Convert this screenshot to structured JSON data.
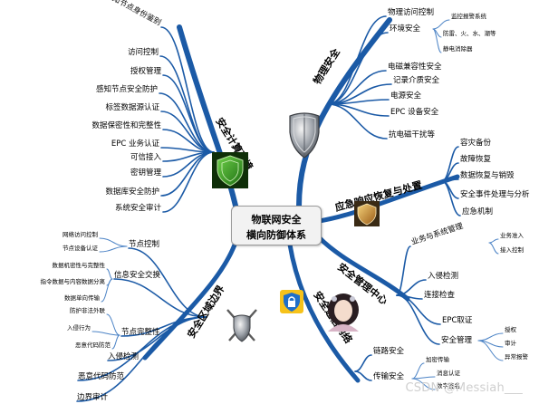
{
  "colors": {
    "branch": "#1b5aa6",
    "light": "#4d84c6",
    "box_fill": "#f2f2f2"
  },
  "center": {
    "line1": "物联网安全",
    "line2": "横向防御体系"
  },
  "branches": {
    "physical": {
      "title": "物理安全",
      "items": [
        "物理访问控制",
        "环境安全",
        "电磁兼容性安全",
        "记录介质安全",
        "电源安全",
        "EPC 设备安全",
        "抗电磁干扰等"
      ],
      "env_sub": [
        "监控报警系统",
        "防雷、火、水、潮等",
        "静电消除器"
      ]
    },
    "recovery": {
      "title": "应急响应恢复与处置",
      "items": [
        "容灾备份",
        "故障恢复",
        "数据恢复与销毁",
        "安全事件处理与分析",
        "应急机制"
      ]
    },
    "management": {
      "title": "安全管理中心",
      "items": [
        "业务与系统管理",
        "入侵检测",
        "连接检查",
        "EPC取证",
        "安全管理"
      ],
      "biz_sub": [
        "业务准入",
        "接入控制"
      ],
      "sec_sub": [
        "授权",
        "审计",
        "异常报警"
      ]
    },
    "comm": {
      "title": "安全通信网络",
      "items": [
        "链路安全",
        "传输安全"
      ],
      "trans_sub": [
        "加密传输",
        "消息认证",
        "数字签名"
      ]
    },
    "compute": {
      "title": "安全计算环境",
      "items": [
        "感知节点身份鉴别",
        "访问控制",
        "授权管理",
        "感知节点安全防护",
        "标签数据源认证",
        "数据保密性和完整性",
        "EPC 业务认证",
        "可信接入",
        "密钥管理",
        "数据库安全防护",
        "系统安全审计"
      ]
    },
    "boundary": {
      "title": "安全区域边界",
      "items": [
        "节点控制",
        "信息安全交换",
        "节点完整性",
        "入侵检测",
        "恶意代码防范",
        "边界审计"
      ],
      "node_sub": [
        "网络访问控制",
        "节点设备认证"
      ],
      "info_sub": [
        "数据机密性与完整性",
        "指令数据与内容数据分离",
        "数据单向传输"
      ],
      "integ_sub": [
        "防护非法外联",
        "入侵行为",
        "恶意代码防范"
      ]
    }
  },
  "icons": {
    "shield_top": "shield-icon",
    "shield_left": "green-shield-icon",
    "shield_gold": "gold-shield-icon",
    "swords": "crossed-swords-shield-icon",
    "lock": "lock-icon",
    "person": "person-avatar-icon"
  },
  "watermark": "CSDN @Messiah___"
}
